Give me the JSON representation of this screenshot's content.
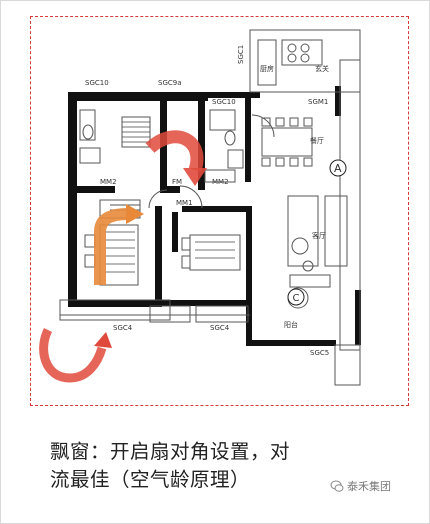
{
  "caption": {
    "line1": "飘窗：开启扇对角设置，对",
    "line2": "流最佳（空气龄原理）"
  },
  "watermark": "泰禾集团",
  "plan_labels": {
    "sgc10_left": "SGC10",
    "sgc9a": "SGC9a",
    "sgc10_right": "SGC10",
    "sgc1": "SGC1",
    "sgm1": "SGM1",
    "kitchen": "厨房",
    "entrance": "玄关",
    "dining": "餐厅",
    "mm2_left": "MM2",
    "fm": "FM",
    "mm2_right": "MM2",
    "mm1": "MM1",
    "living": "客厅",
    "marker_a": "A",
    "marker_c": "C",
    "balcony": "阳台",
    "sgc4_left": "SGC4",
    "sgc4_right": "SGC4",
    "sgc5": "SGC5"
  },
  "colors": {
    "dash_border": "#d43a3a",
    "arrow_red": "#e04a3c",
    "arrow_orange": "#e8893a",
    "wall": "#111111"
  }
}
